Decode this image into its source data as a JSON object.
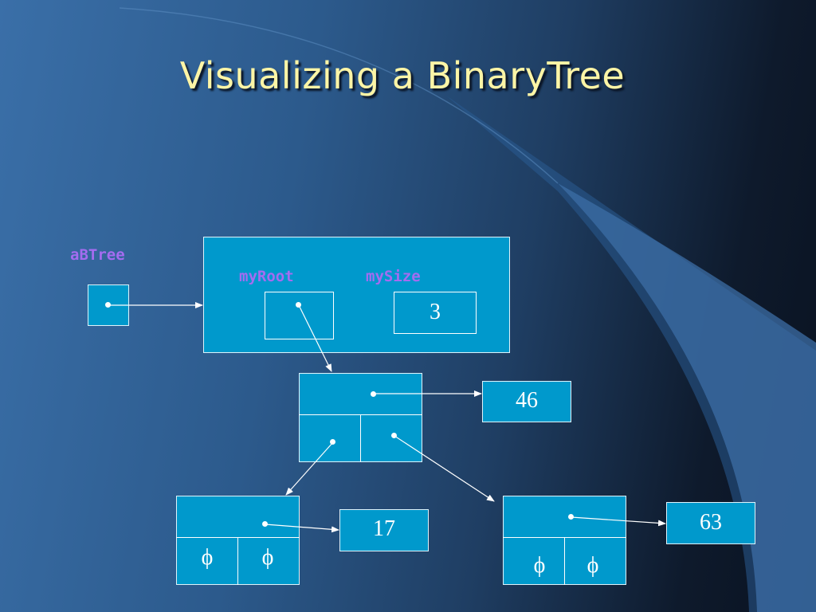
{
  "title": "Visualizing a BinaryTree",
  "labels": {
    "var_name": "aBTree",
    "root_field": "myRoot",
    "size_field": "mySize"
  },
  "values": {
    "size": "3",
    "root_item": "46",
    "left_item": "17",
    "right_item": "63",
    "null_symbol": "ϕ"
  }
}
